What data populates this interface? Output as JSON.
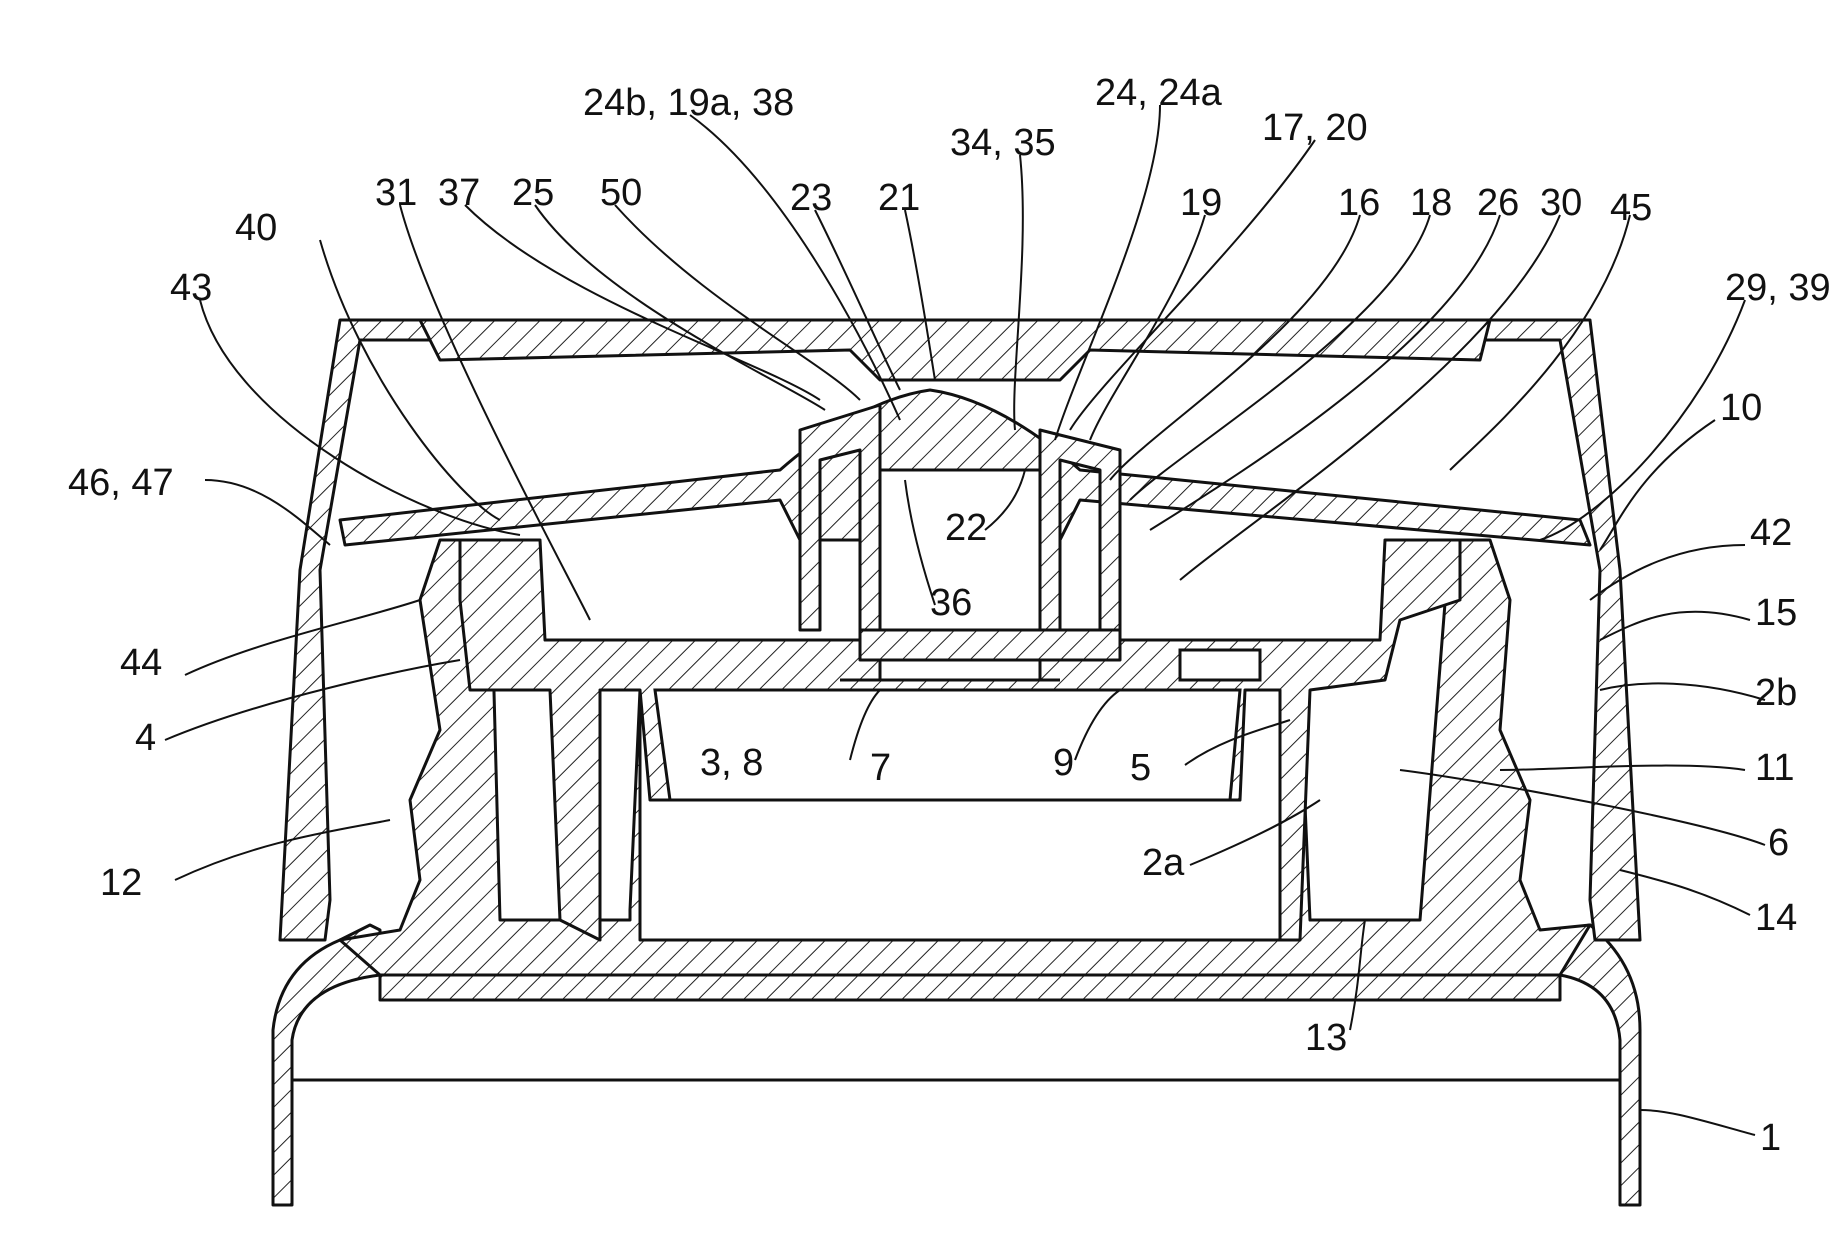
{
  "figure": {
    "labels": {
      "l_24b_19a_38": "24b, 19a, 38",
      "l_24_24a": "24, 24a",
      "l_34_35": "34, 35",
      "l_17_20": "17, 20",
      "l_31": "31",
      "l_37": "37",
      "l_25": "25",
      "l_50": "50",
      "l_23": "23",
      "l_21": "21",
      "l_19": "19",
      "l_16": "16",
      "l_18": "18",
      "l_26": "26",
      "l_30": "30",
      "l_45": "45",
      "l_40": "40",
      "l_43": "43",
      "l_29_39": "29, 39",
      "l_10": "10",
      "l_46_47": "46, 47",
      "l_22": "22",
      "l_42": "42",
      "l_36": "36",
      "l_15": "15",
      "l_44": "44",
      "l_2b": "2b",
      "l_4": "4",
      "l_3_8": "3, 8",
      "l_7": "7",
      "l_9": "9",
      "l_5": "5",
      "l_11": "11",
      "l_6": "6",
      "l_12": "12",
      "l_2a": "2a",
      "l_14": "14",
      "l_13": "13",
      "l_1": "1"
    }
  }
}
